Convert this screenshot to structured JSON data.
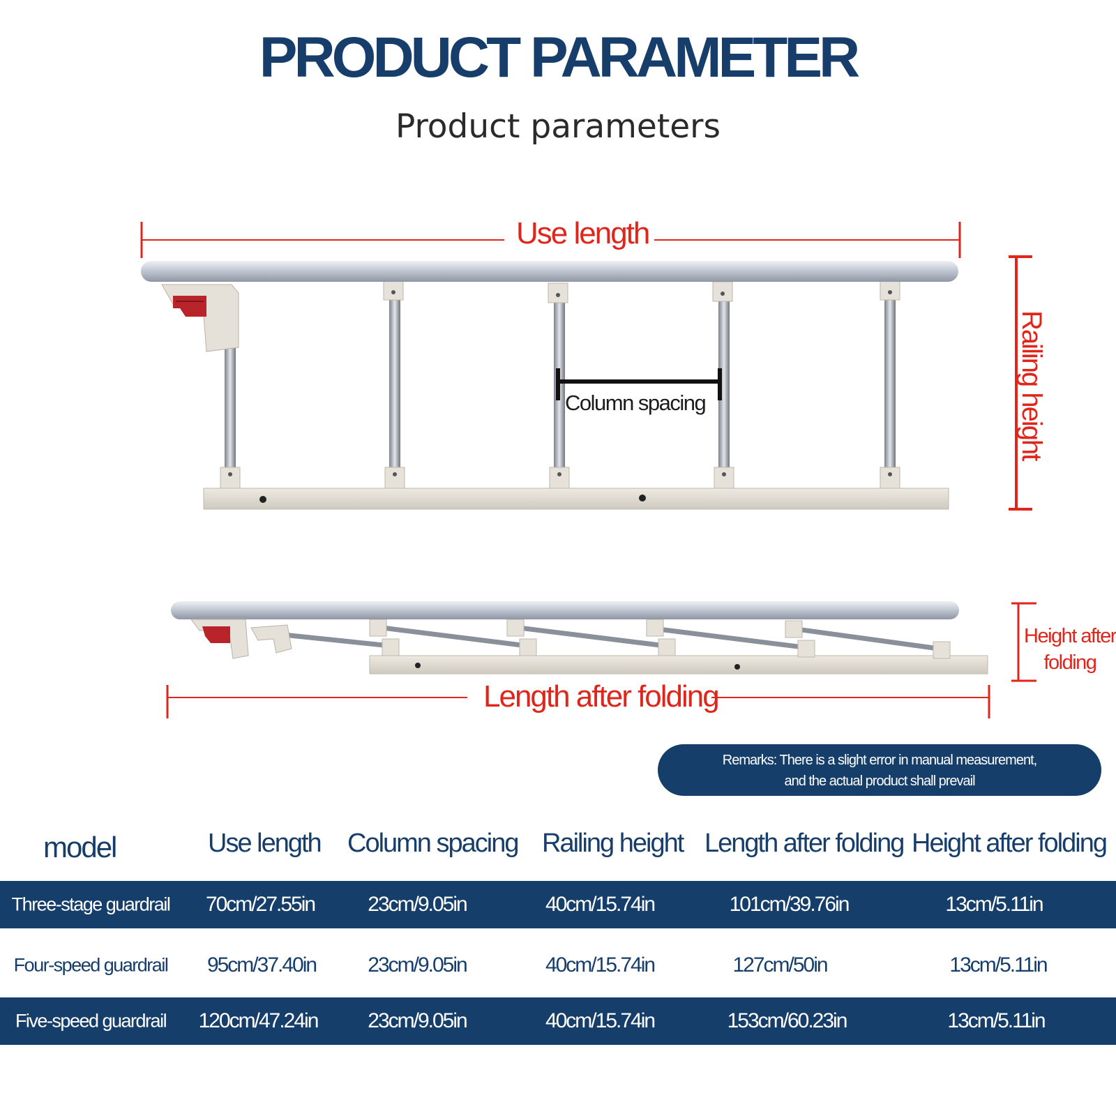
{
  "header": {
    "title": "PRODUCT PARAMETER",
    "subtitle": "Product parameters"
  },
  "diagram": {
    "use_length": "Use length",
    "railing_height": "Railing height",
    "column_spacing": "Column spacing",
    "height_after_folding_line1": "Height after",
    "height_after_folding_line2": "folding",
    "length_after_folding": "Length after folding"
  },
  "remark": {
    "line1": "Remarks: There is a slight error in manual measurement,",
    "line2": "and the actual product shall prevail"
  },
  "table": {
    "headers": [
      "model",
      "Use length",
      "Column spacing",
      "Railing height",
      "Length after folding",
      "Height after folding"
    ],
    "rows": [
      [
        "Three-stage guardrail",
        "70cm/27.55in",
        "23cm/9.05in",
        "40cm/15.74in",
        "101cm/39.76in",
        "13cm/5.11in"
      ],
      [
        "Four-speed guardrail",
        "95cm/37.40in",
        "23cm/9.05in",
        "40cm/15.74in",
        "127cm/50in",
        "13cm/5.11in"
      ],
      [
        "Five-speed guardrail",
        "120cm/47.24in",
        "23cm/9.05in",
        "40cm/15.74in",
        "153cm/60.23in",
        "13cm/5.11in"
      ]
    ]
  },
  "colors": {
    "navy": "#163e6a",
    "dimension_red": "#e0251b",
    "rail_silver": "#c9ced6"
  }
}
